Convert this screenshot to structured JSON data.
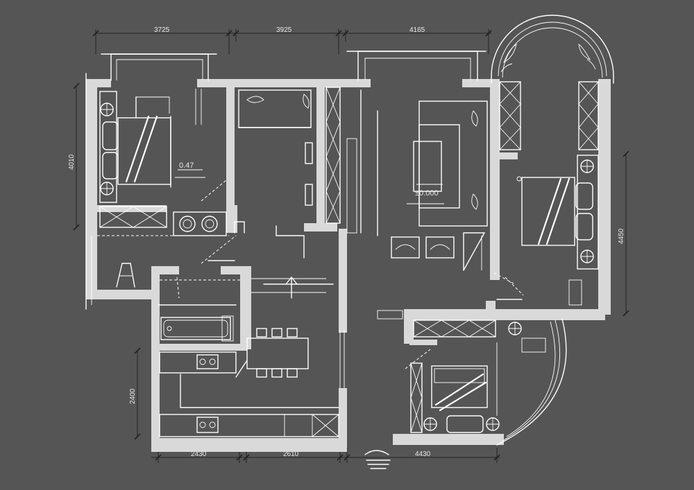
{
  "dimensions": {
    "top": [
      "3725",
      "3925",
      "4165"
    ],
    "bottom": [
      "2430",
      "2610",
      "4430"
    ],
    "left": [
      "4010",
      "2400"
    ],
    "right": [
      "4450"
    ]
  },
  "annotations": {
    "bedroom_level": "0.47",
    "living_level": "±0.000"
  },
  "colors": {
    "background": "#555555",
    "wall_fill": "#d9d9d9",
    "line": "#ffffff",
    "dimension_line": "#222222"
  }
}
